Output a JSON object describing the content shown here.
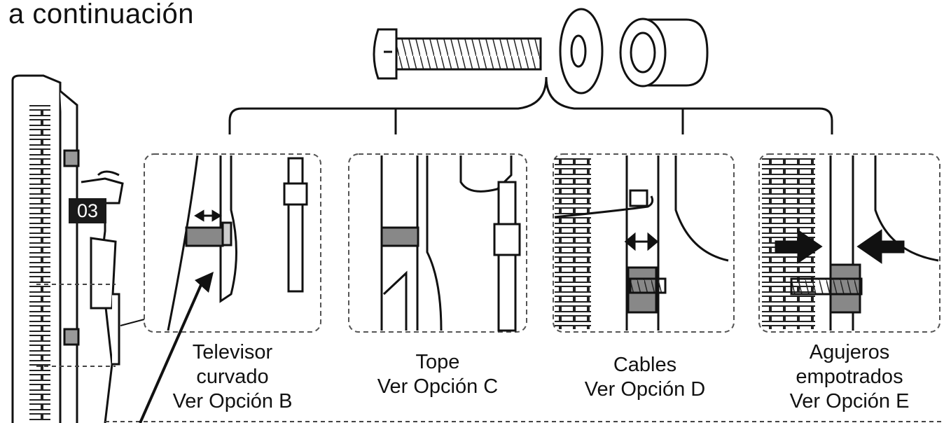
{
  "heading": "a continuación",
  "step_badge": "03",
  "options": [
    {
      "lines": [
        "Televisor",
        "curvado",
        "Ver Opción B"
      ]
    },
    {
      "lines": [
        "Tope",
        "Ver Opción C"
      ]
    },
    {
      "lines": [
        "Cables",
        "Ver Opción D"
      ]
    },
    {
      "lines": [
        "Agujeros",
        "empotrados",
        "Ver Opción E"
      ]
    }
  ],
  "hardware_icons": [
    "screw-icon",
    "washer-icon",
    "spacer-icon"
  ]
}
